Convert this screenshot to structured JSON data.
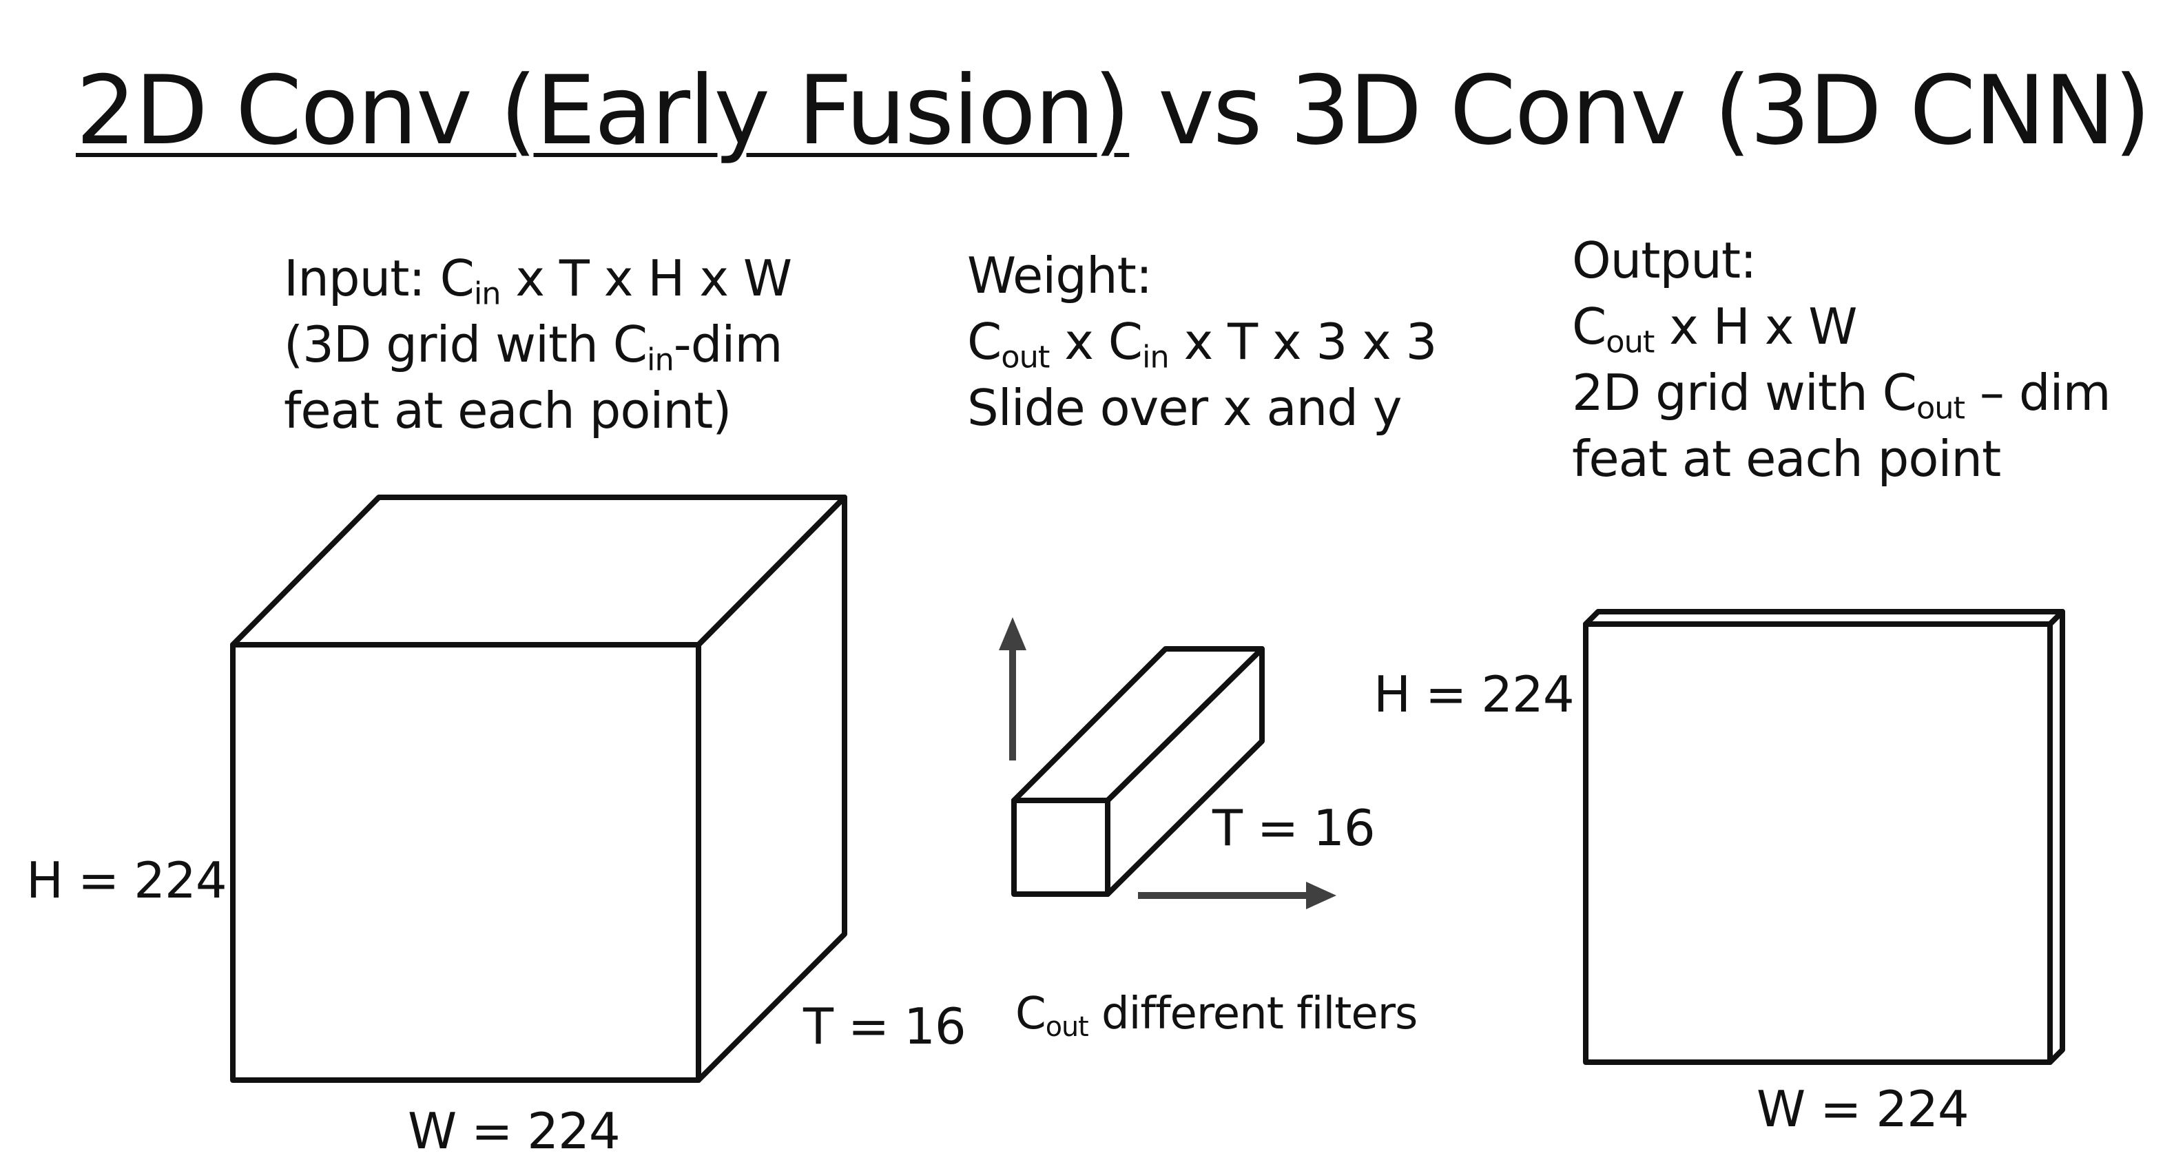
{
  "title": {
    "part1": "2D Conv (Early Fusion)",
    "part2": " vs 3D Conv (3D CNN)"
  },
  "input": {
    "line1_prefix": "Input:  C",
    "line1_sub": "in",
    "line1_suffix": " x T x H x W",
    "line2_prefix": "(3D grid with C",
    "line2_sub": "in",
    "line2_suffix": "-dim",
    "line3": "feat at each point)"
  },
  "weight": {
    "line1": "Weight:",
    "line2_a": "C",
    "line2_sub1": "out",
    "line2_b": " x C",
    "line2_sub2": "in",
    "line2_c": " x T x 3 x 3",
    "line3": "Slide over x and y"
  },
  "output": {
    "line1": "Output:",
    "line2_a": "C",
    "line2_sub": "out",
    "line2_b": " x H x W",
    "line3_a": "2D grid with C",
    "line3_sub": "out",
    "line3_b": " – dim",
    "line4": "feat at each point"
  },
  "labels": {
    "input_h": "H = 224",
    "input_w": "W = 224",
    "input_t": "T = 16",
    "filter_t": "T = 16",
    "filters_a": "C",
    "filters_sub": "out",
    "filters_b": " different filters",
    "output_h": "H = 224",
    "output_w": "W = 224"
  }
}
